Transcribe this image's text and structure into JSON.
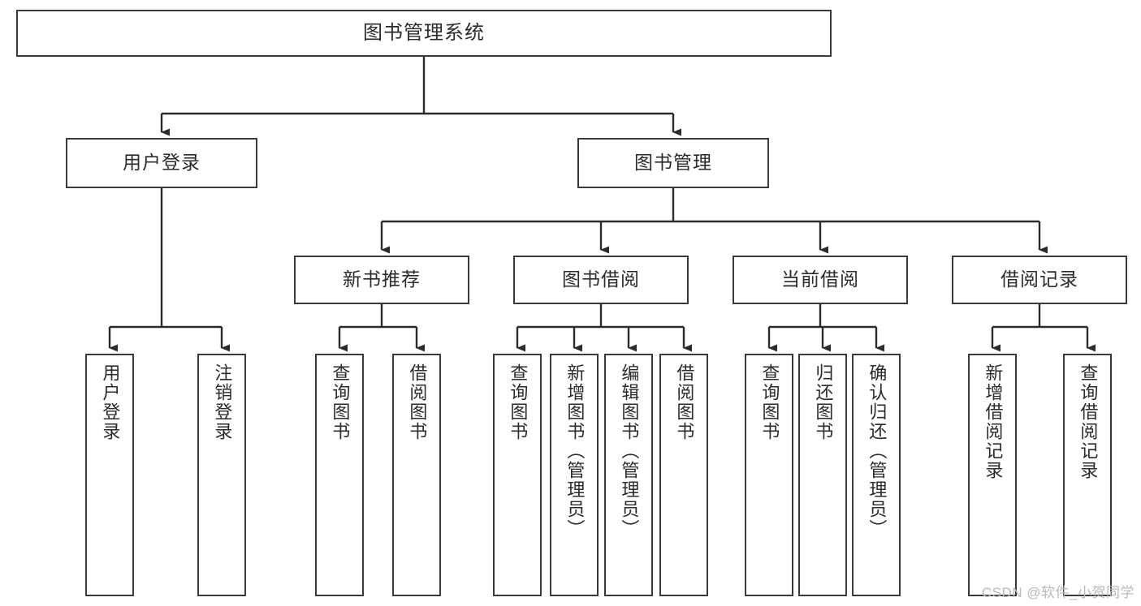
{
  "diagram": {
    "type": "tree-hierarchy-chart",
    "title": "图书管理系统",
    "watermark": "CSDN @软件_小贺同学",
    "colors": {
      "border": "#3a3a3a",
      "fill": "#ffffff",
      "text": "#2b2b2b",
      "edge": "#2b2b2b",
      "watermark": "#b9b9b9"
    },
    "levels": {
      "level1": [
        {
          "id": "root",
          "label": "图书管理系统"
        }
      ],
      "level2": [
        {
          "id": "user-login",
          "label": "用户登录"
        },
        {
          "id": "book-manage",
          "label": "图书管理"
        }
      ],
      "level3": [
        {
          "id": "new-book-rec",
          "label": "新书推荐"
        },
        {
          "id": "book-borrow",
          "label": "图书借阅"
        },
        {
          "id": "current-borrow",
          "label": "当前借阅"
        },
        {
          "id": "borrow-record",
          "label": "借阅记录"
        }
      ],
      "level4": [
        {
          "id": "leaf-user-login",
          "parent": "user-login",
          "label": "用户登录"
        },
        {
          "id": "leaf-logout",
          "parent": "user-login",
          "label": "注销登录"
        },
        {
          "id": "leaf-query-book-1",
          "parent": "new-book-rec",
          "label": "查询图书"
        },
        {
          "id": "leaf-borrow-book-1",
          "parent": "new-book-rec",
          "label": "借阅图书"
        },
        {
          "id": "leaf-query-book-2",
          "parent": "book-borrow",
          "label": "查询图书"
        },
        {
          "id": "leaf-add-book",
          "parent": "book-borrow",
          "label": "新增图书（管理员）"
        },
        {
          "id": "leaf-edit-book",
          "parent": "book-borrow",
          "label": "编辑图书（管理员）"
        },
        {
          "id": "leaf-borrow-book-2",
          "parent": "book-borrow",
          "label": "借阅图书"
        },
        {
          "id": "leaf-query-book-3",
          "parent": "current-borrow",
          "label": "查询图书"
        },
        {
          "id": "leaf-return-book",
          "parent": "current-borrow",
          "label": "归还图书"
        },
        {
          "id": "leaf-confirm-return",
          "parent": "current-borrow",
          "label": "确认归还（管理员）"
        },
        {
          "id": "leaf-add-record",
          "parent": "borrow-record",
          "label": "新增借阅记录"
        },
        {
          "id": "leaf-query-record",
          "parent": "borrow-record",
          "label": "查询借阅记录"
        }
      ]
    },
    "edges": [
      {
        "from": "root",
        "to": "user-login"
      },
      {
        "from": "root",
        "to": "book-manage"
      },
      {
        "from": "book-manage",
        "to": "new-book-rec"
      },
      {
        "from": "book-manage",
        "to": "book-borrow"
      },
      {
        "from": "book-manage",
        "to": "current-borrow"
      },
      {
        "from": "book-manage",
        "to": "borrow-record"
      },
      {
        "from": "user-login",
        "to": "leaf-user-login"
      },
      {
        "from": "user-login",
        "to": "leaf-logout"
      },
      {
        "from": "new-book-rec",
        "to": "leaf-query-book-1"
      },
      {
        "from": "new-book-rec",
        "to": "leaf-borrow-book-1"
      },
      {
        "from": "book-borrow",
        "to": "leaf-query-book-2"
      },
      {
        "from": "book-borrow",
        "to": "leaf-add-book"
      },
      {
        "from": "book-borrow",
        "to": "leaf-edit-book"
      },
      {
        "from": "book-borrow",
        "to": "leaf-borrow-book-2"
      },
      {
        "from": "current-borrow",
        "to": "leaf-query-book-3"
      },
      {
        "from": "current-borrow",
        "to": "leaf-return-book"
      },
      {
        "from": "current-borrow",
        "to": "leaf-confirm-return"
      },
      {
        "from": "borrow-record",
        "to": "leaf-add-record"
      },
      {
        "from": "borrow-record",
        "to": "leaf-query-record"
      }
    ]
  }
}
